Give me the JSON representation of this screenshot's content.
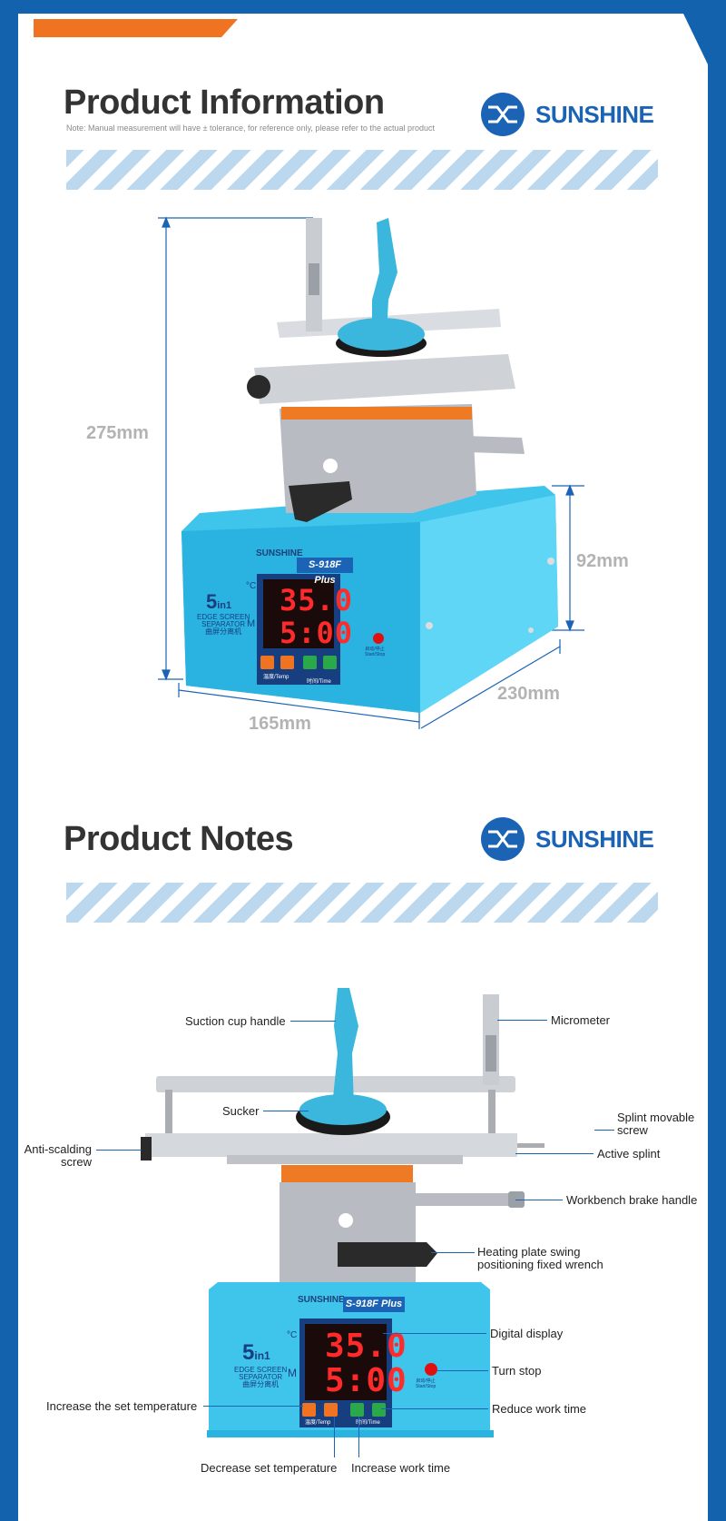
{
  "section1": {
    "title": "Product Information",
    "note": "Note: Manual measurement will have ± tolerance, for reference only, please refer to the actual product"
  },
  "brand": {
    "name": "SUNSHINE",
    "color": "#1b63b5"
  },
  "dimensions": {
    "height": "275mm",
    "base_height": "92mm",
    "depth": "230mm",
    "width": "165mm"
  },
  "device": {
    "brand_label": "SUNSHINE",
    "model": "S-918F Plus",
    "badge_main": "5",
    "badge_sub": "in1",
    "badge_line1": "EDGE SCREEN",
    "badge_line2": "SEPARATOR",
    "badge_line3": "曲屏分离机",
    "unit_temp": "°C",
    "unit_time": "M",
    "temp_display": "35.0",
    "time_display": "5:00",
    "temp_button_label": "温度/Temp",
    "time_button_label": "时间/Time",
    "start_stop_label_cn": "启动/停止",
    "start_stop_label_en": "Start/Stop",
    "body_color": "#3fc4ec"
  },
  "section2": {
    "title": "Product Notes"
  },
  "callouts": {
    "suction_cup_handle": "Suction cup handle",
    "micrometer": "Micrometer",
    "sucker": "Sucker",
    "splint_movable_screw_1": "Splint movable",
    "splint_movable_screw_2": "screw",
    "anti_scalding_1": "Anti-scalding",
    "anti_scalding_2": "screw",
    "active_splint": "Active splint",
    "workbench_brake": "Workbench brake handle",
    "heating_plate_1": "Heating plate swing",
    "heating_plate_2": "positioning fixed wrench",
    "digital_display": "Digital display",
    "turn_stop": "Turn stop",
    "increase_temp": "Increase the set temperature",
    "reduce_time": "Reduce work time",
    "decrease_temp": "Decrease set temperature",
    "increase_time": "Increase work time"
  }
}
